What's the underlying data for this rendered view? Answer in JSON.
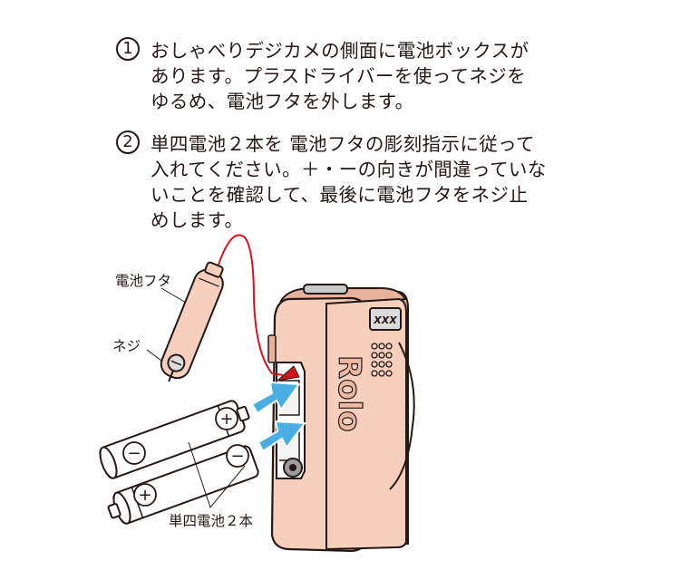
{
  "instructions": [
    {
      "number": "1",
      "lines": [
        "おしゃべりデジカメの側面に電池ボックスが",
        "あります。プラスドライバーを使ってネジを",
        "ゆるめ、電池フタを外します。"
      ]
    },
    {
      "number": "2",
      "lines": [
        "単四電池２本を  電池フタの彫刻指示に従って",
        "入れてください。＋・ーの向きが間違っていな",
        "いことを確認して、最後に電池フタをネジ止",
        "めします。"
      ]
    }
  ],
  "diagram": {
    "labels": {
      "battery_cover": "電池フタ",
      "screw": "ネジ",
      "batteries": "単四電池２本"
    },
    "camera_badge": "XXX",
    "camera_logo": "Rolo",
    "battery_plus": "+",
    "battery_minus": "−",
    "colors": {
      "camera_body": "#f6cfbd",
      "camera_shade": "#e7b29c",
      "arrow": "#4aaee3",
      "wire": "#d8121b",
      "battery": "#ffffff",
      "outline": "#231815"
    }
  }
}
